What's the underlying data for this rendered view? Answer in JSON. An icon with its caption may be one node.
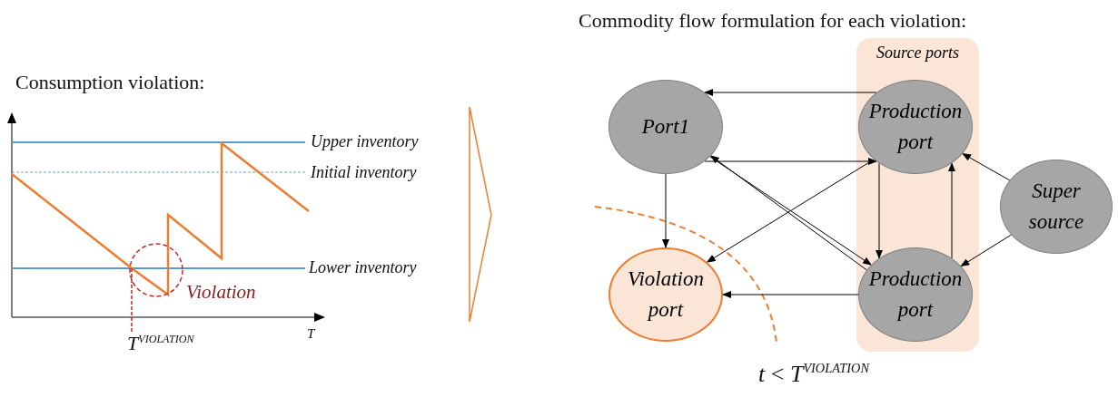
{
  "diagram": {
    "nodes": [
      {
        "text": [
          "Source ports"
        ]
      },
      {
        "text": [
          "Port1"
        ]
      },
      {
        "text": [
          "Production port"
        ],
        "in": 0
      },
      {
        "text": [
          "Super source"
        ]
      },
      {
        "text": [
          "Violation port"
        ]
      },
      {
        "text": [
          "Production port"
        ],
        "in": 0
      }
    ],
    "edges": [
      {
        "from": 2,
        "to": 1,
        "arrow": "to"
      },
      {
        "from": 1,
        "to": 2,
        "arrow": "to"
      },
      {
        "from": 1,
        "to": 5,
        "arrow": "to"
      },
      {
        "from": 1,
        "to": 4,
        "arrow": "to"
      },
      {
        "from": 2,
        "to": 4,
        "arrow": "to"
      },
      {
        "from": 5,
        "to": 1,
        "arrow": "to"
      },
      {
        "from": 2,
        "to": 5,
        "arrow": "to"
      },
      {
        "from": 5,
        "to": 2,
        "arrow": "to"
      },
      {
        "from": 3,
        "to": 2,
        "arrow": "to"
      },
      {
        "from": 3,
        "to": 5,
        "arrow": "to"
      },
      {
        "from": 5,
        "to": 4,
        "arrow": "to"
      }
    ],
    "labels": [
      "Commodity flow formulation for each violation:",
      "Consumption violation:",
      "Upper inventory",
      "Initial inventory",
      "Lower inventory",
      "Violation",
      "*T*",
      "*T*$^{VIOLATION}$",
      "*t* < *T*$^{VIOLATION}$"
    ]
  }
}
